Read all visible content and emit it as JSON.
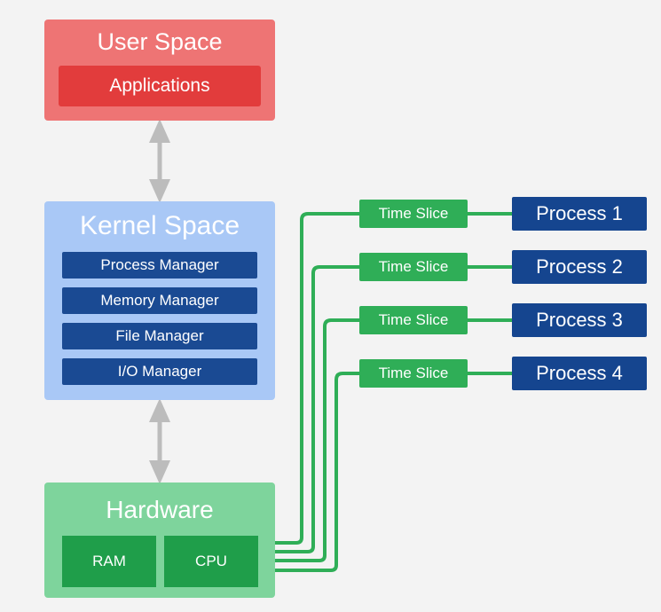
{
  "user_space": {
    "title": "User Space",
    "applications": "Applications"
  },
  "kernel_space": {
    "title": "Kernel Space",
    "modules": [
      "Process Manager",
      "Memory Manager",
      "File Manager",
      "I/O Manager"
    ]
  },
  "hardware": {
    "title": "Hardware",
    "ram": "RAM",
    "cpu": "CPU"
  },
  "time_slices": [
    "Time Slice",
    "Time Slice",
    "Time Slice",
    "Time Slice"
  ],
  "processes": [
    "Process 1",
    "Process 2",
    "Process 3",
    "Process 4"
  ],
  "colors": {
    "user_space": "#ee7474",
    "applications": "#e23c3c",
    "kernel_space": "#a9c8f6",
    "kernel_module": "#1a4a93",
    "hardware": "#7ed49c",
    "hardware_component": "#1f9e4a",
    "time_slice": "#2fae57",
    "process": "#15458f",
    "connector_arrow": "#bcbcbc"
  }
}
